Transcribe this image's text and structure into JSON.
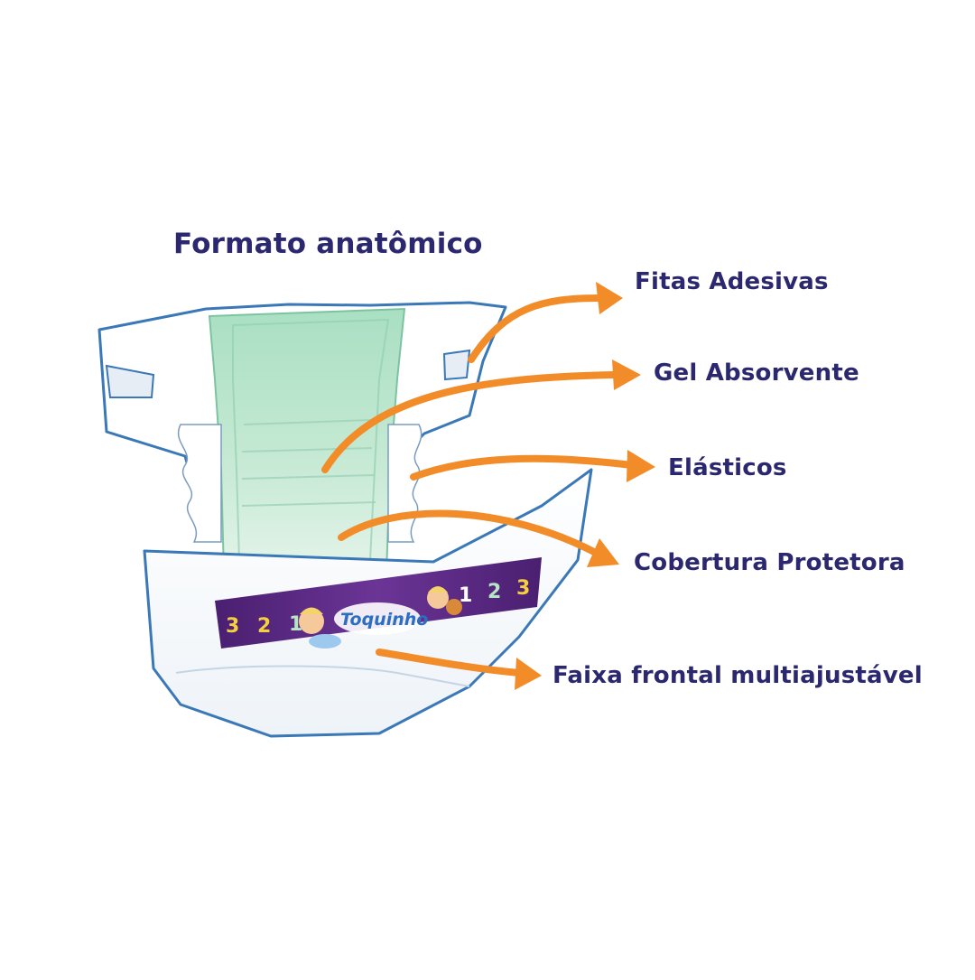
{
  "title": "Formato anatômico",
  "labels": [
    "Fitas Adesivas",
    "Gel Absorvente",
    "Elásticos",
    "Cobertura Protetora",
    "Faixa frontal multiajustável"
  ],
  "band": {
    "brand": "Toquinho",
    "numbers_left": [
      "3",
      "2",
      "1"
    ],
    "numbers_right": [
      "1",
      "2",
      "3"
    ]
  },
  "colors": {
    "text": "#2b2870",
    "arrow": "#f28c28",
    "outline": "#3a78b8",
    "core": "#a8dcc0",
    "band": "#5b2a82"
  }
}
